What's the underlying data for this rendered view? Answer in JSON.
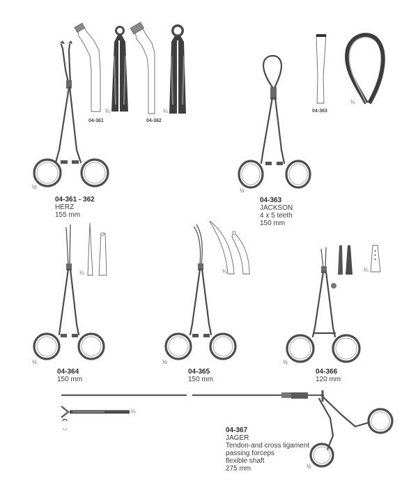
{
  "page": {
    "background": "#ffffff",
    "ink_color": "#4a4a4a"
  },
  "products": [
    {
      "code": "04-361 - 362",
      "name": "HERZ",
      "length": "155 mm",
      "scale": "½",
      "details": [
        {
          "code": "04-361",
          "scale": "¼"
        },
        {
          "code": "04-362",
          "scale": "¼"
        }
      ]
    },
    {
      "code": "04-363",
      "name": "JACKSON",
      "spec": "4 x 5 teeth",
      "length": "150 mm",
      "scale": "½",
      "details": [
        {
          "code": "04-363",
          "scale": "¼"
        }
      ]
    },
    {
      "code": "04-364",
      "length": "150 mm",
      "scale": "½",
      "detail_scale": "¼"
    },
    {
      "code": "04-365",
      "length": "150 mm",
      "scale": "½",
      "detail_scale": "¼"
    },
    {
      "code": "04-366",
      "length": "120 mm",
      "scale": "½",
      "detail_scale": "¼"
    },
    {
      "code": "04-367",
      "name": "JAGER",
      "desc1": "Tendon-and cross ligament",
      "desc2": "passing forceps",
      "desc3": "flexible shaft",
      "length": "275 mm",
      "scale": "½",
      "detail_scale": "¼"
    }
  ]
}
